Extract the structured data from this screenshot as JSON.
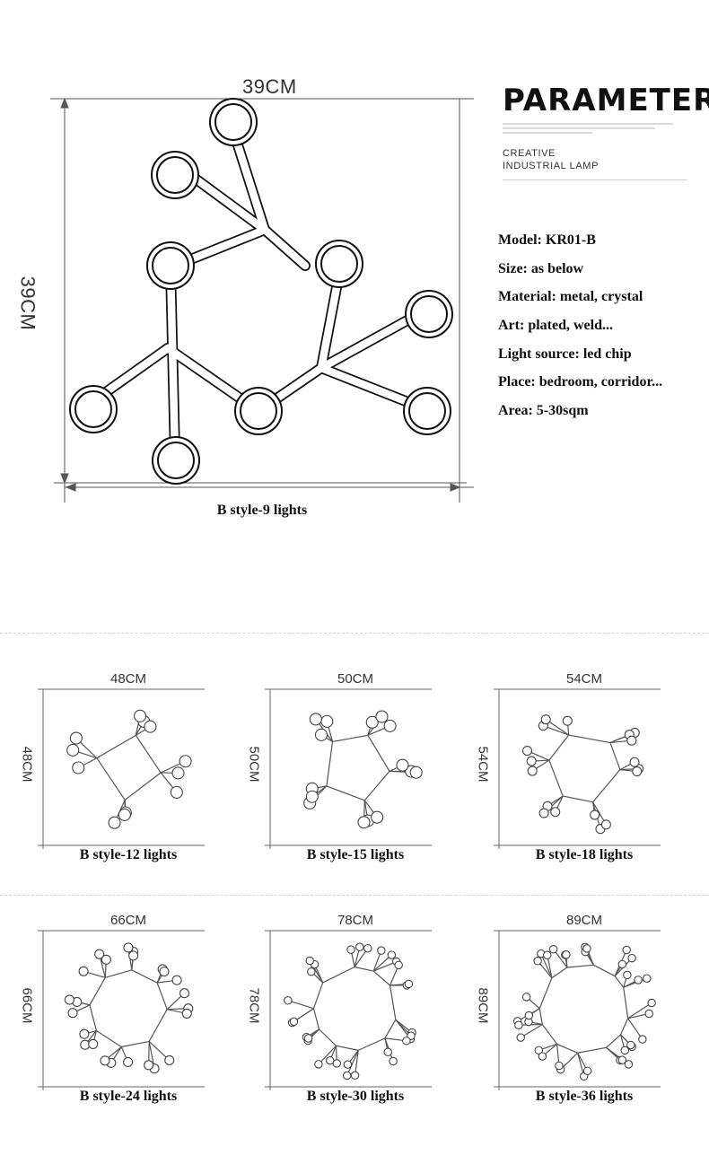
{
  "main": {
    "width_label": "39CM",
    "height_label": "39CM",
    "caption": "B style-9 lights"
  },
  "parameter": {
    "title": "PARAMETER",
    "subtitle_line1": "CREATIVE",
    "subtitle_line2": "INDUSTRIAL LAMP"
  },
  "specs": [
    "Model: KR01-B",
    "Size: as below",
    "Material: metal, crystal",
    "Art: plated, weld...",
    "Light source: led chip",
    "Place: bedroom, corridor...",
    "Area: 5-30sqm"
  ],
  "variants": [
    {
      "size": "48CM",
      "caption": "B style-12 lights"
    },
    {
      "size": "50CM",
      "caption": "B style-15 lights"
    },
    {
      "size": "54CM",
      "caption": "B style-18 lights"
    },
    {
      "size": "66CM",
      "caption": "B style-24 lights"
    },
    {
      "size": "78CM",
      "caption": "B style-30 lights"
    },
    {
      "size": "89CM",
      "caption": "B style-36 lights"
    }
  ]
}
